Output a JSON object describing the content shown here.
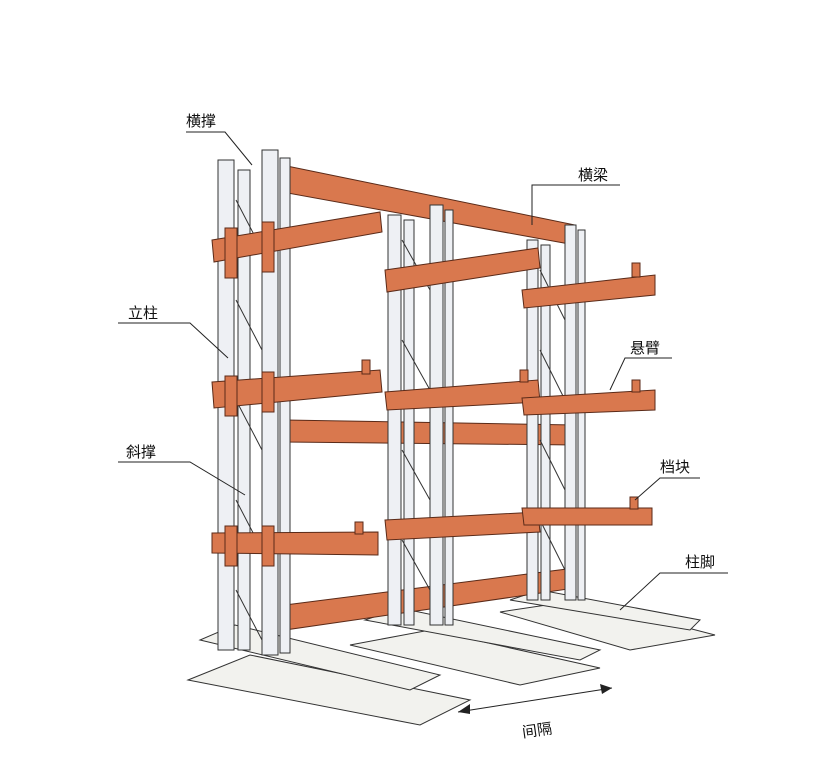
{
  "title": "悬臂式货架结构示意图",
  "labels": {
    "cross_brace": "横撑",
    "beam": "横梁",
    "upright": "立柱",
    "cantilever_arm": "悬臂",
    "diagonal_brace": "斜撑",
    "stopper": "档块",
    "base_foot": "柱脚",
    "spacing": "间隔"
  },
  "colors": {
    "arm": "#d9784e",
    "upright": "#eef0f4",
    "outline": "#333333"
  }
}
